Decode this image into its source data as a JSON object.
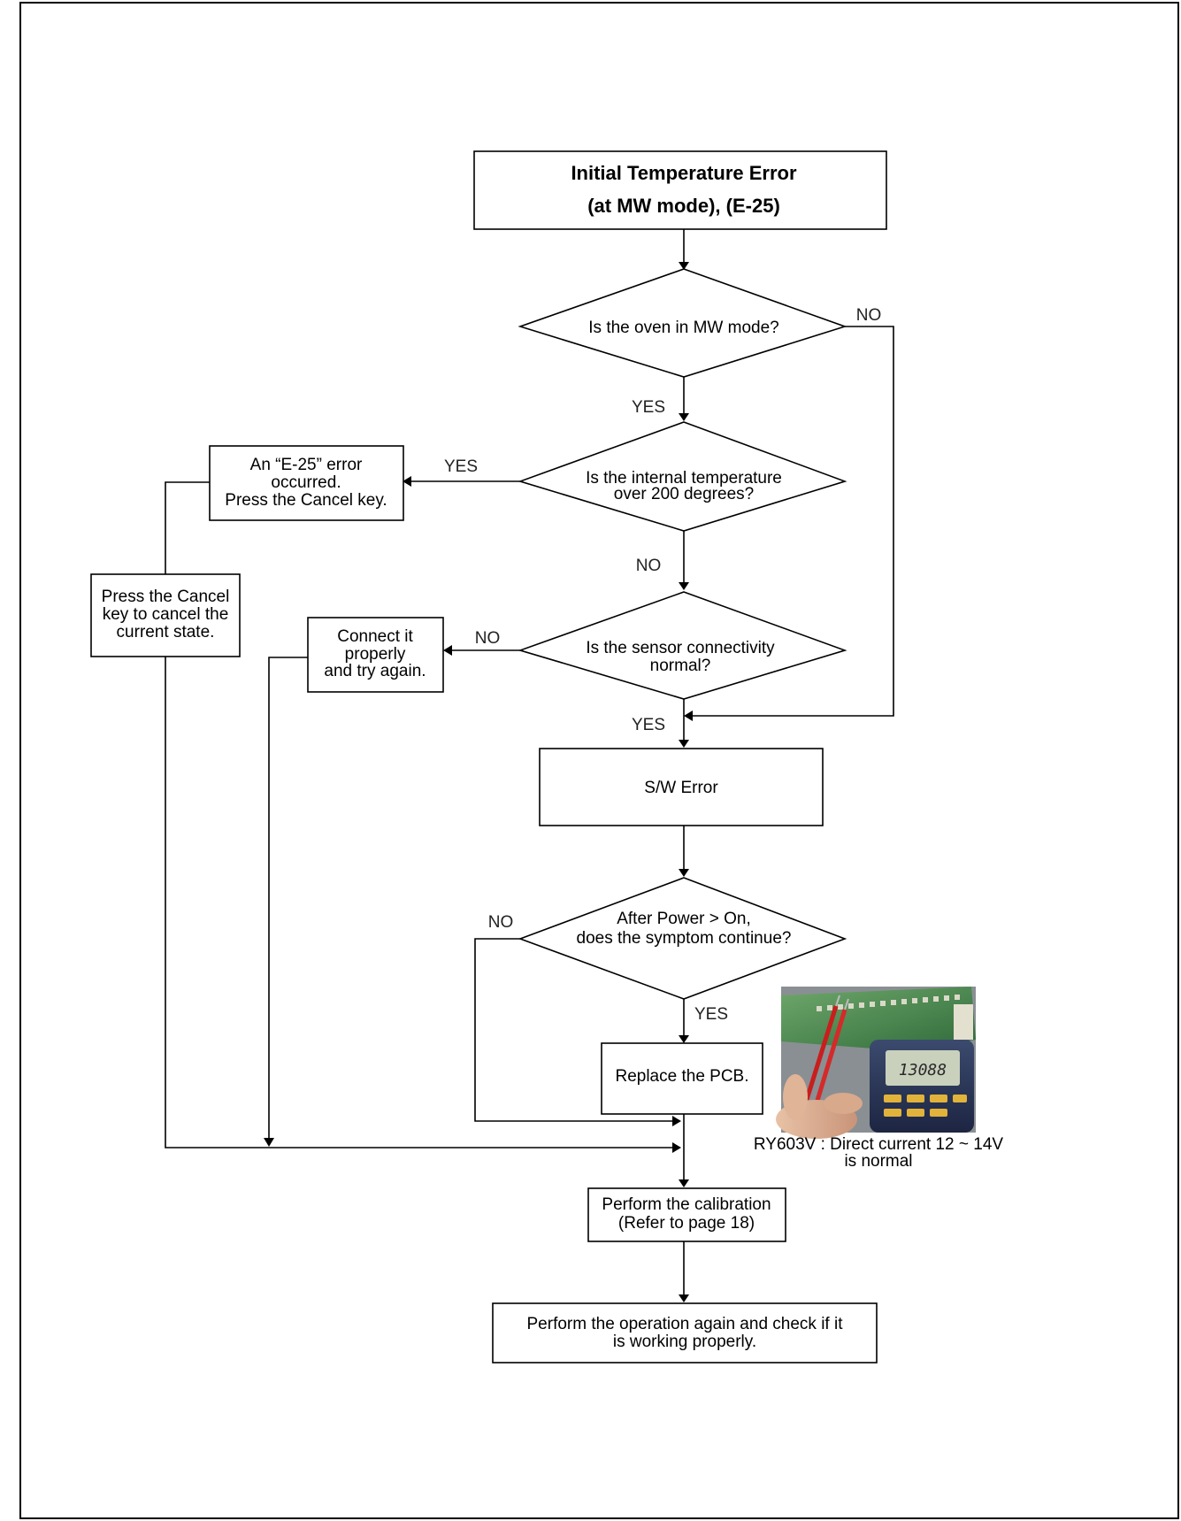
{
  "title_box": {
    "line1": "Initial Temperature Error",
    "line2": "(at MW mode), (E-25)"
  },
  "decision1": {
    "text": "Is the oven in MW mode?"
  },
  "decision2": {
    "line1": "Is the internal temperature",
    "line2": "over 200 degrees?"
  },
  "decision3": {
    "line1": "Is the sensor connectivity",
    "line2": "normal?"
  },
  "decision4": {
    "line1": "After Power > On,",
    "line2": "does the symptom continue?"
  },
  "box_e25": {
    "line1": "An “E-25” error",
    "line2": "occurred.",
    "line3": "Press the Cancel key."
  },
  "box_cancel": {
    "line1": "Press the Cancel",
    "line2": "key to cancel the",
    "line3": "current state."
  },
  "box_connect": {
    "line1": "Connect it",
    "line2": "properly",
    "line3": "and try again."
  },
  "box_sw": {
    "text": "S/W Error"
  },
  "box_pcb": {
    "text": "Replace the PCB."
  },
  "box_calib": {
    "line1": "Perform the calibration",
    "line2": "(Refer to page 18)"
  },
  "box_final": {
    "line1": "Perform the operation again and check if it",
    "line2": "is working properly."
  },
  "labels": {
    "d1_no": "NO",
    "d1_yes": "YES",
    "d2_yes": "YES",
    "d2_no": "NO",
    "d3_no": "NO",
    "d3_yes": "YES",
    "d4_no": "NO",
    "d4_yes": "YES"
  },
  "photo": {
    "meter_reading": "13088",
    "caption_line1": "RY603V : Direct current 12 ~ 14V",
    "caption_line2": "is normal"
  },
  "colors": {
    "line": "#000000",
    "background": "#ffffff"
  }
}
